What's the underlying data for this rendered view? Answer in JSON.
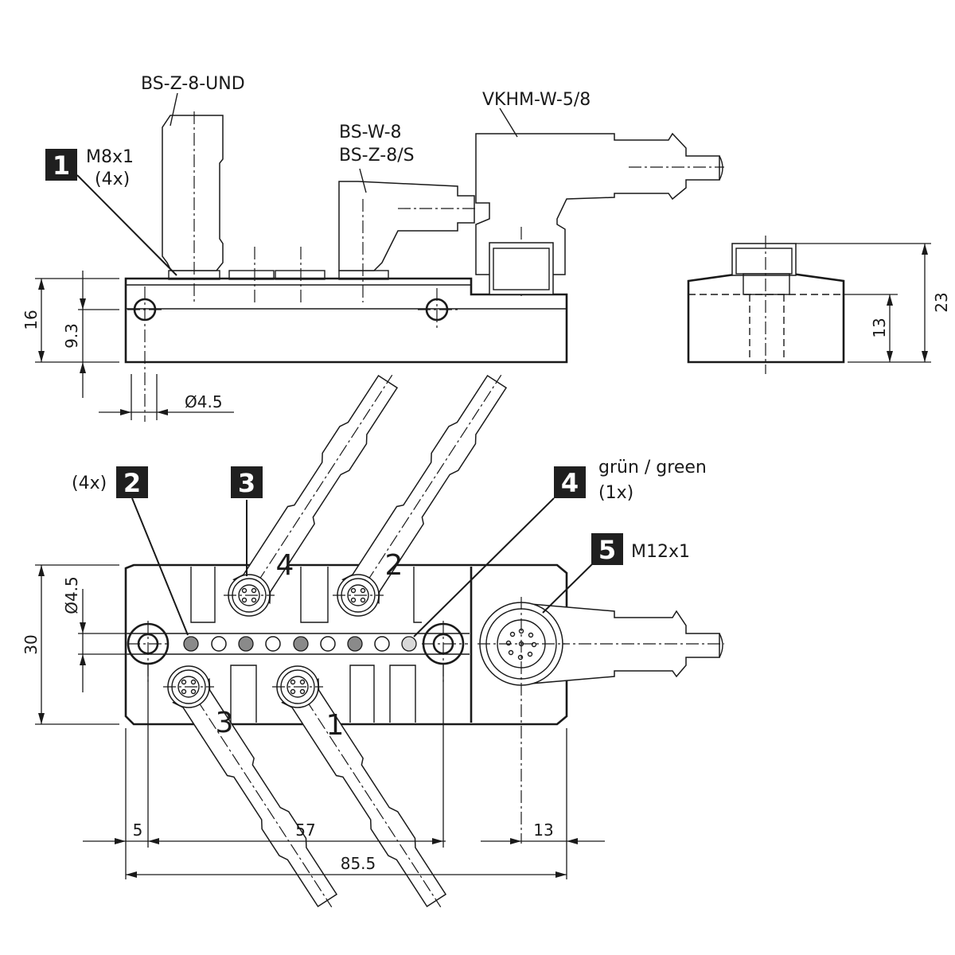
{
  "callouts": {
    "c1": {
      "num": "1",
      "line1": "M8x1",
      "line2": "(4x)"
    },
    "c2": {
      "num": "2",
      "prefix": "(4x)"
    },
    "c3": {
      "num": "3"
    },
    "c4": {
      "num": "4",
      "line1": "grün / green",
      "line2": "(1x)"
    },
    "c5": {
      "num": "5",
      "line1": "M12x1"
    }
  },
  "connector_labels": {
    "bs_z_8_und": "BS-Z-8-UND",
    "bs_w_8": "BS-W-8",
    "bs_z_8_s": "BS-Z-8/S",
    "vkhm": "VKHM-W-5/8"
  },
  "port_numbers": {
    "p4": "4",
    "p2": "2",
    "p3": "3",
    "p1": "1"
  },
  "dimensions": {
    "h16": "16",
    "h9_3": "9.3",
    "d4_5": "Ø4.5",
    "h23": "23",
    "h13": "13",
    "w30": "30",
    "d4_5_top": "Ø4.5",
    "w5": "5",
    "w57": "57",
    "w13": "13",
    "w85_5": "85.5"
  },
  "colors": {
    "ink": "#1a1a1a",
    "led_dark": "#8a8a8a",
    "led_green": "#d9d9d9"
  }
}
